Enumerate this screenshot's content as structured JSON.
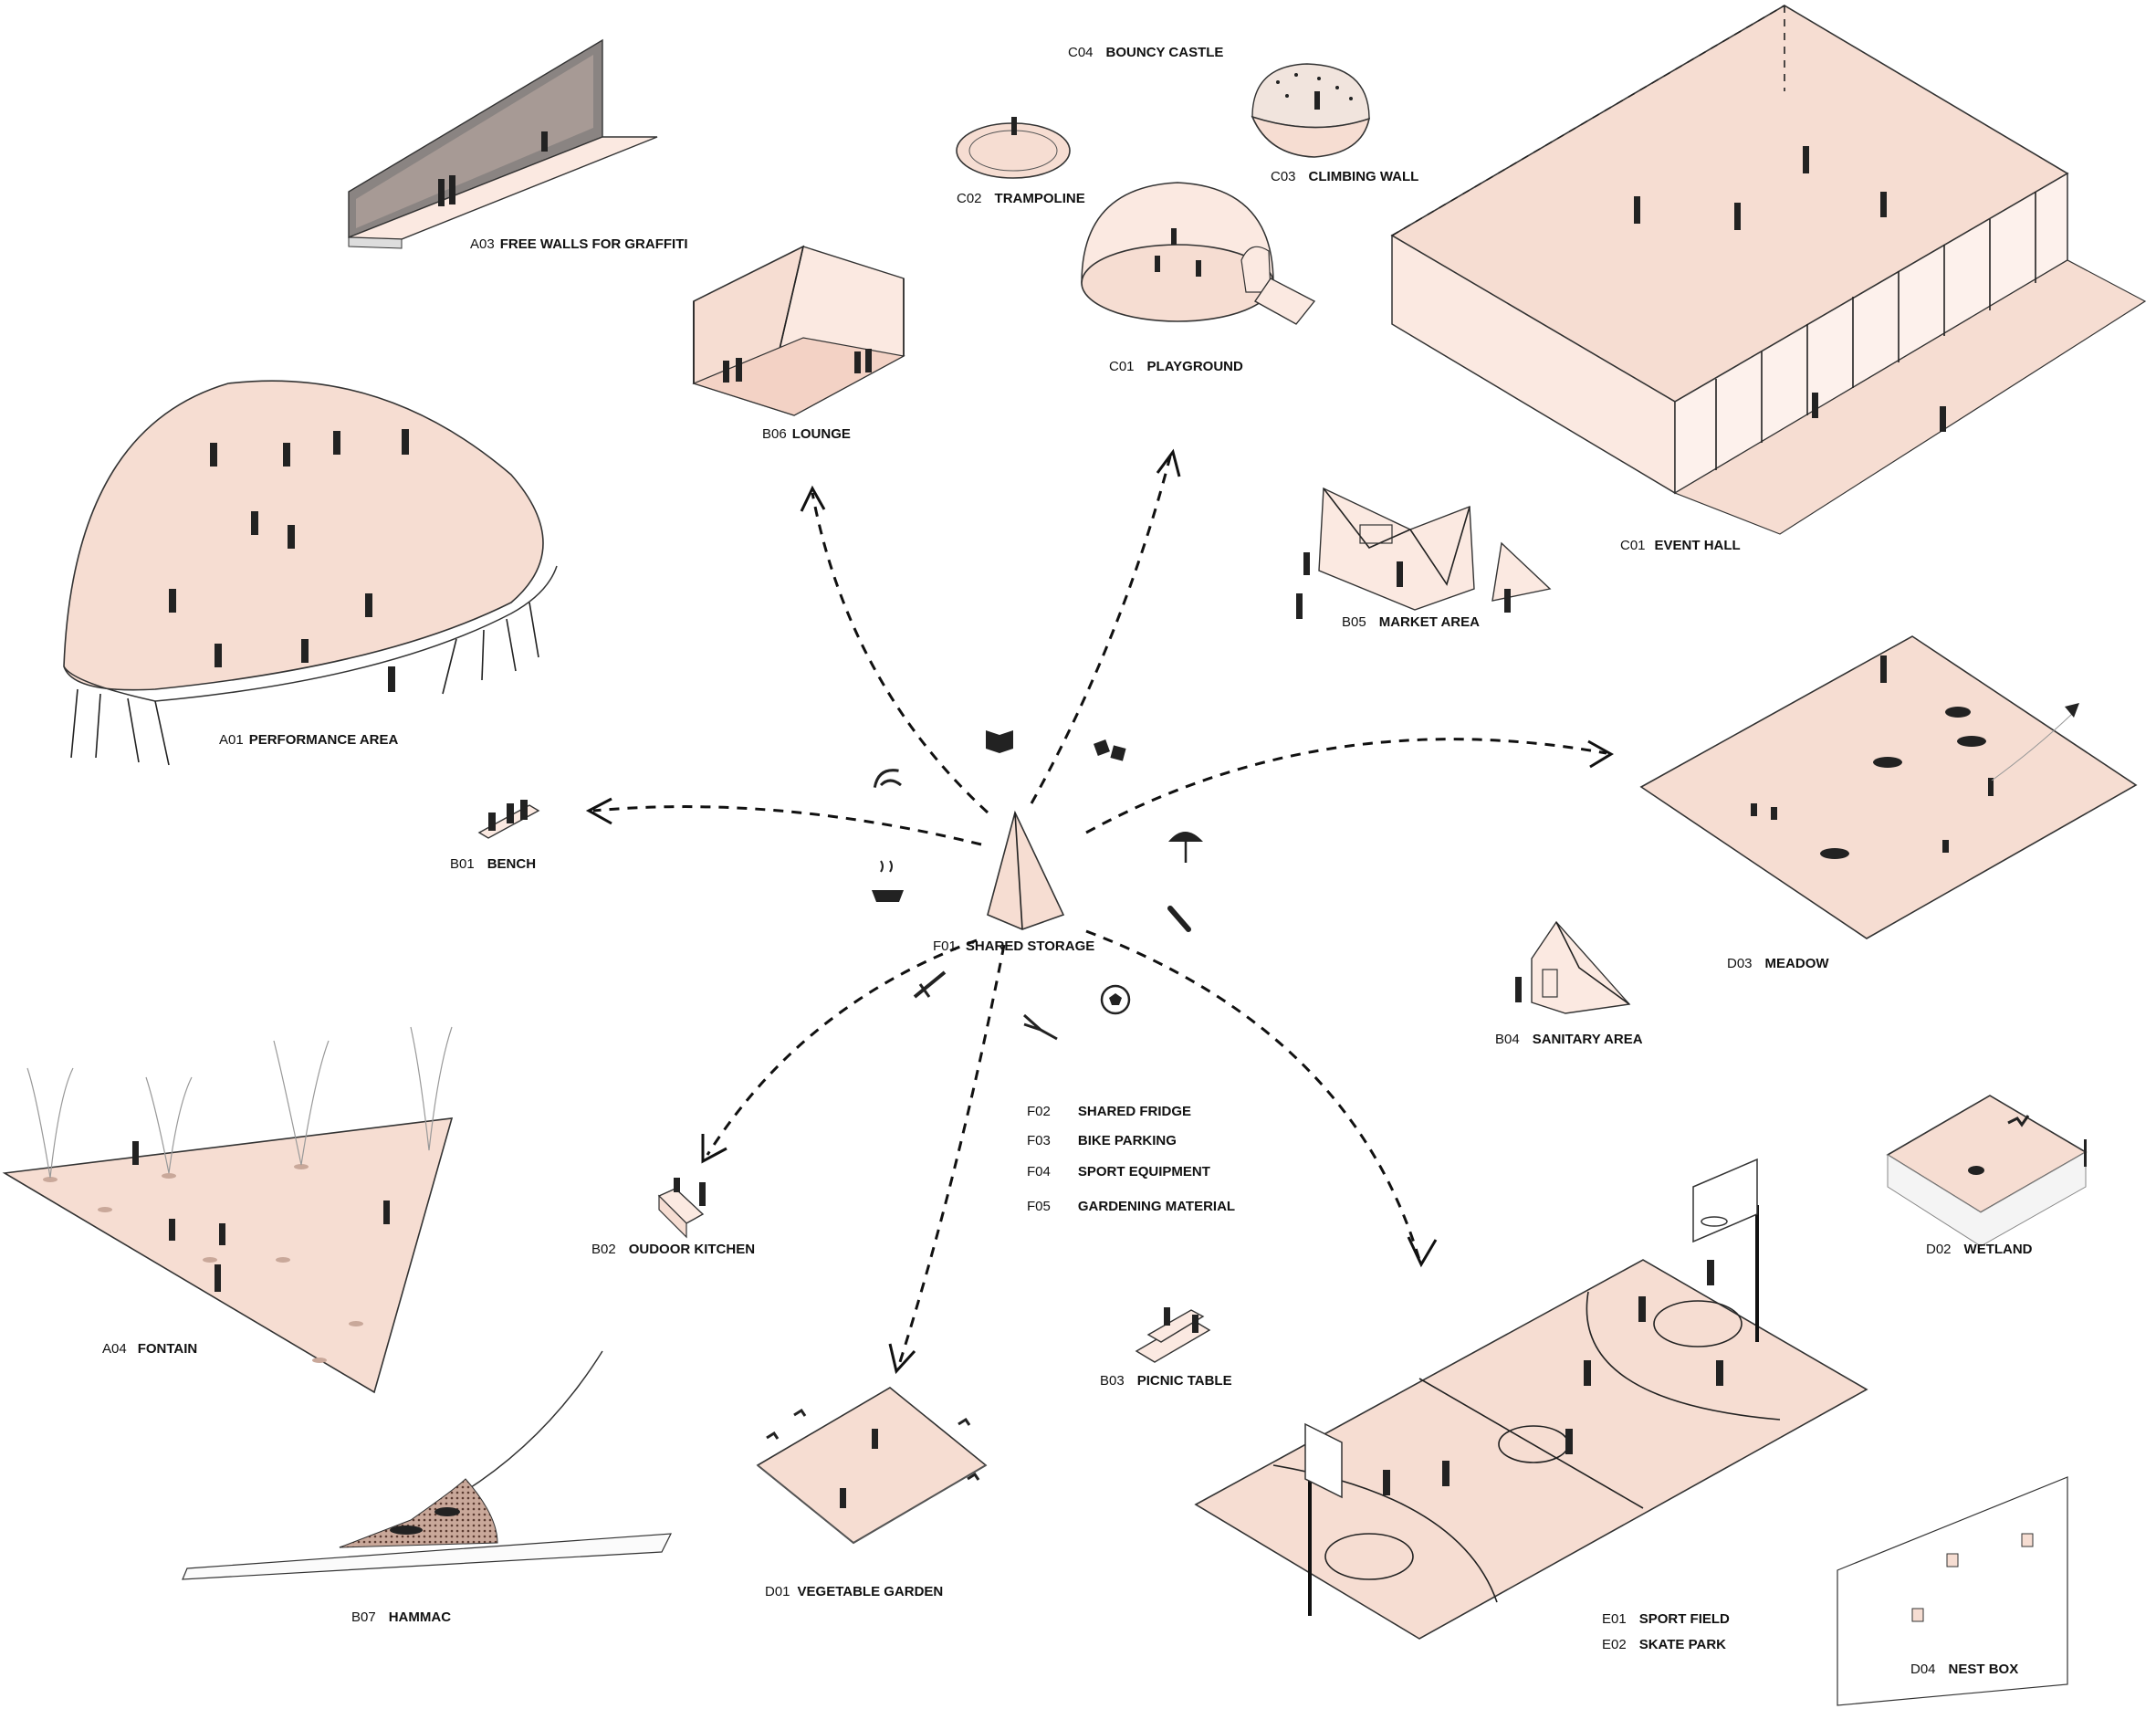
{
  "labels": {
    "a03": {
      "code": "A03",
      "name": "FREE WALLS FOR GRAFFITI"
    },
    "b06": {
      "code": "B06",
      "name": "LOUNGE"
    },
    "c04": {
      "code": "C04",
      "name": "BOUNCY CASTLE"
    },
    "c02": {
      "code": "C02",
      "name": "TRAMPOLINE"
    },
    "c03": {
      "code": "C03",
      "name": "CLIMBING WALL"
    },
    "c01p": {
      "code": "C01",
      "name": "PLAYGROUND"
    },
    "c01e": {
      "code": "C01",
      "name": "EVENT HALL"
    },
    "a01": {
      "code": "A01",
      "name": "PERFORMANCE AREA"
    },
    "b05": {
      "code": "B05",
      "name": "MARKET AREA"
    },
    "b01": {
      "code": "B01",
      "name": "BENCH"
    },
    "f01": {
      "code": "F01",
      "name": "SHARED STORAGE"
    },
    "d03": {
      "code": "D03",
      "name": "MEADOW"
    },
    "b04": {
      "code": "B04",
      "name": "SANITARY AREA"
    },
    "f02": {
      "code": "F02",
      "name": "SHARED FRIDGE"
    },
    "f03": {
      "code": "F03",
      "name": "BIKE PARKING"
    },
    "f04": {
      "code": "F04",
      "name": "SPORT EQUIPMENT"
    },
    "f05": {
      "code": "F05",
      "name": "GARDENING MATERIAL"
    },
    "b02": {
      "code": "B02",
      "name": "OUDOOR KITCHEN"
    },
    "d02": {
      "code": "D02",
      "name": "WETLAND"
    },
    "a04": {
      "code": "A04",
      "name": "FONTAIN"
    },
    "b03": {
      "code": "B03",
      "name": "PICNIC TABLE"
    },
    "b07": {
      "code": "B07",
      "name": "HAMMAC"
    },
    "d01": {
      "code": "D01",
      "name": "VEGETABLE GARDEN"
    },
    "e01": {
      "code": "E01",
      "name": "SPORT FIELD"
    },
    "e02": {
      "code": "E02",
      "name": "SKATE PARK"
    },
    "d04": {
      "code": "D04",
      "name": "NEST BOX"
    }
  },
  "icons": [
    "wifi-icon",
    "book-icon",
    "dice-icon",
    "umbrella-icon",
    "grill-icon",
    "bat-icon",
    "trowel-icon",
    "soccer-ball-icon",
    "pliers-icon"
  ]
}
